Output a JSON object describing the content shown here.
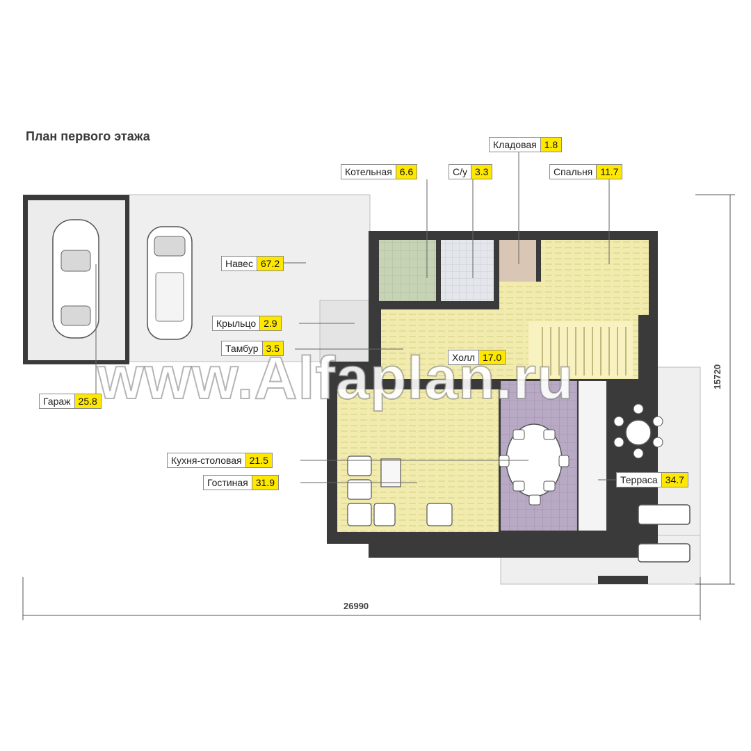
{
  "title": "План первого этажа",
  "rooms": [
    {
      "name": "Кладовая",
      "area": "1.8"
    },
    {
      "name": "Котельная",
      "area": "6.6"
    },
    {
      "name": "С/у",
      "area": "3.3"
    },
    {
      "name": "Спальня",
      "area": "11.7"
    },
    {
      "name": "Навес",
      "area": "67.2"
    },
    {
      "name": "Крыльцо",
      "area": "2.9"
    },
    {
      "name": "Тамбур",
      "area": "3.5"
    },
    {
      "name": "Холл",
      "area": "17.0"
    },
    {
      "name": "Гараж",
      "area": "25.8"
    },
    {
      "name": "Кухня-столовая",
      "area": "21.5"
    },
    {
      "name": "Гостиная",
      "area": "31.9"
    },
    {
      "name": "Терраса",
      "area": "34.7"
    }
  ],
  "dimensions": {
    "width": "26990",
    "depth": "15720"
  },
  "watermark": "www.Alfaplan.ru",
  "colors": {
    "label_area_bg": "#ffe800",
    "wall": "#3a3a3a",
    "wood_floor": "#f1ebad",
    "tile_floor": "#b8a9c4",
    "boiler_floor": "#c6d3b5",
    "outdoor": "#efefef"
  }
}
